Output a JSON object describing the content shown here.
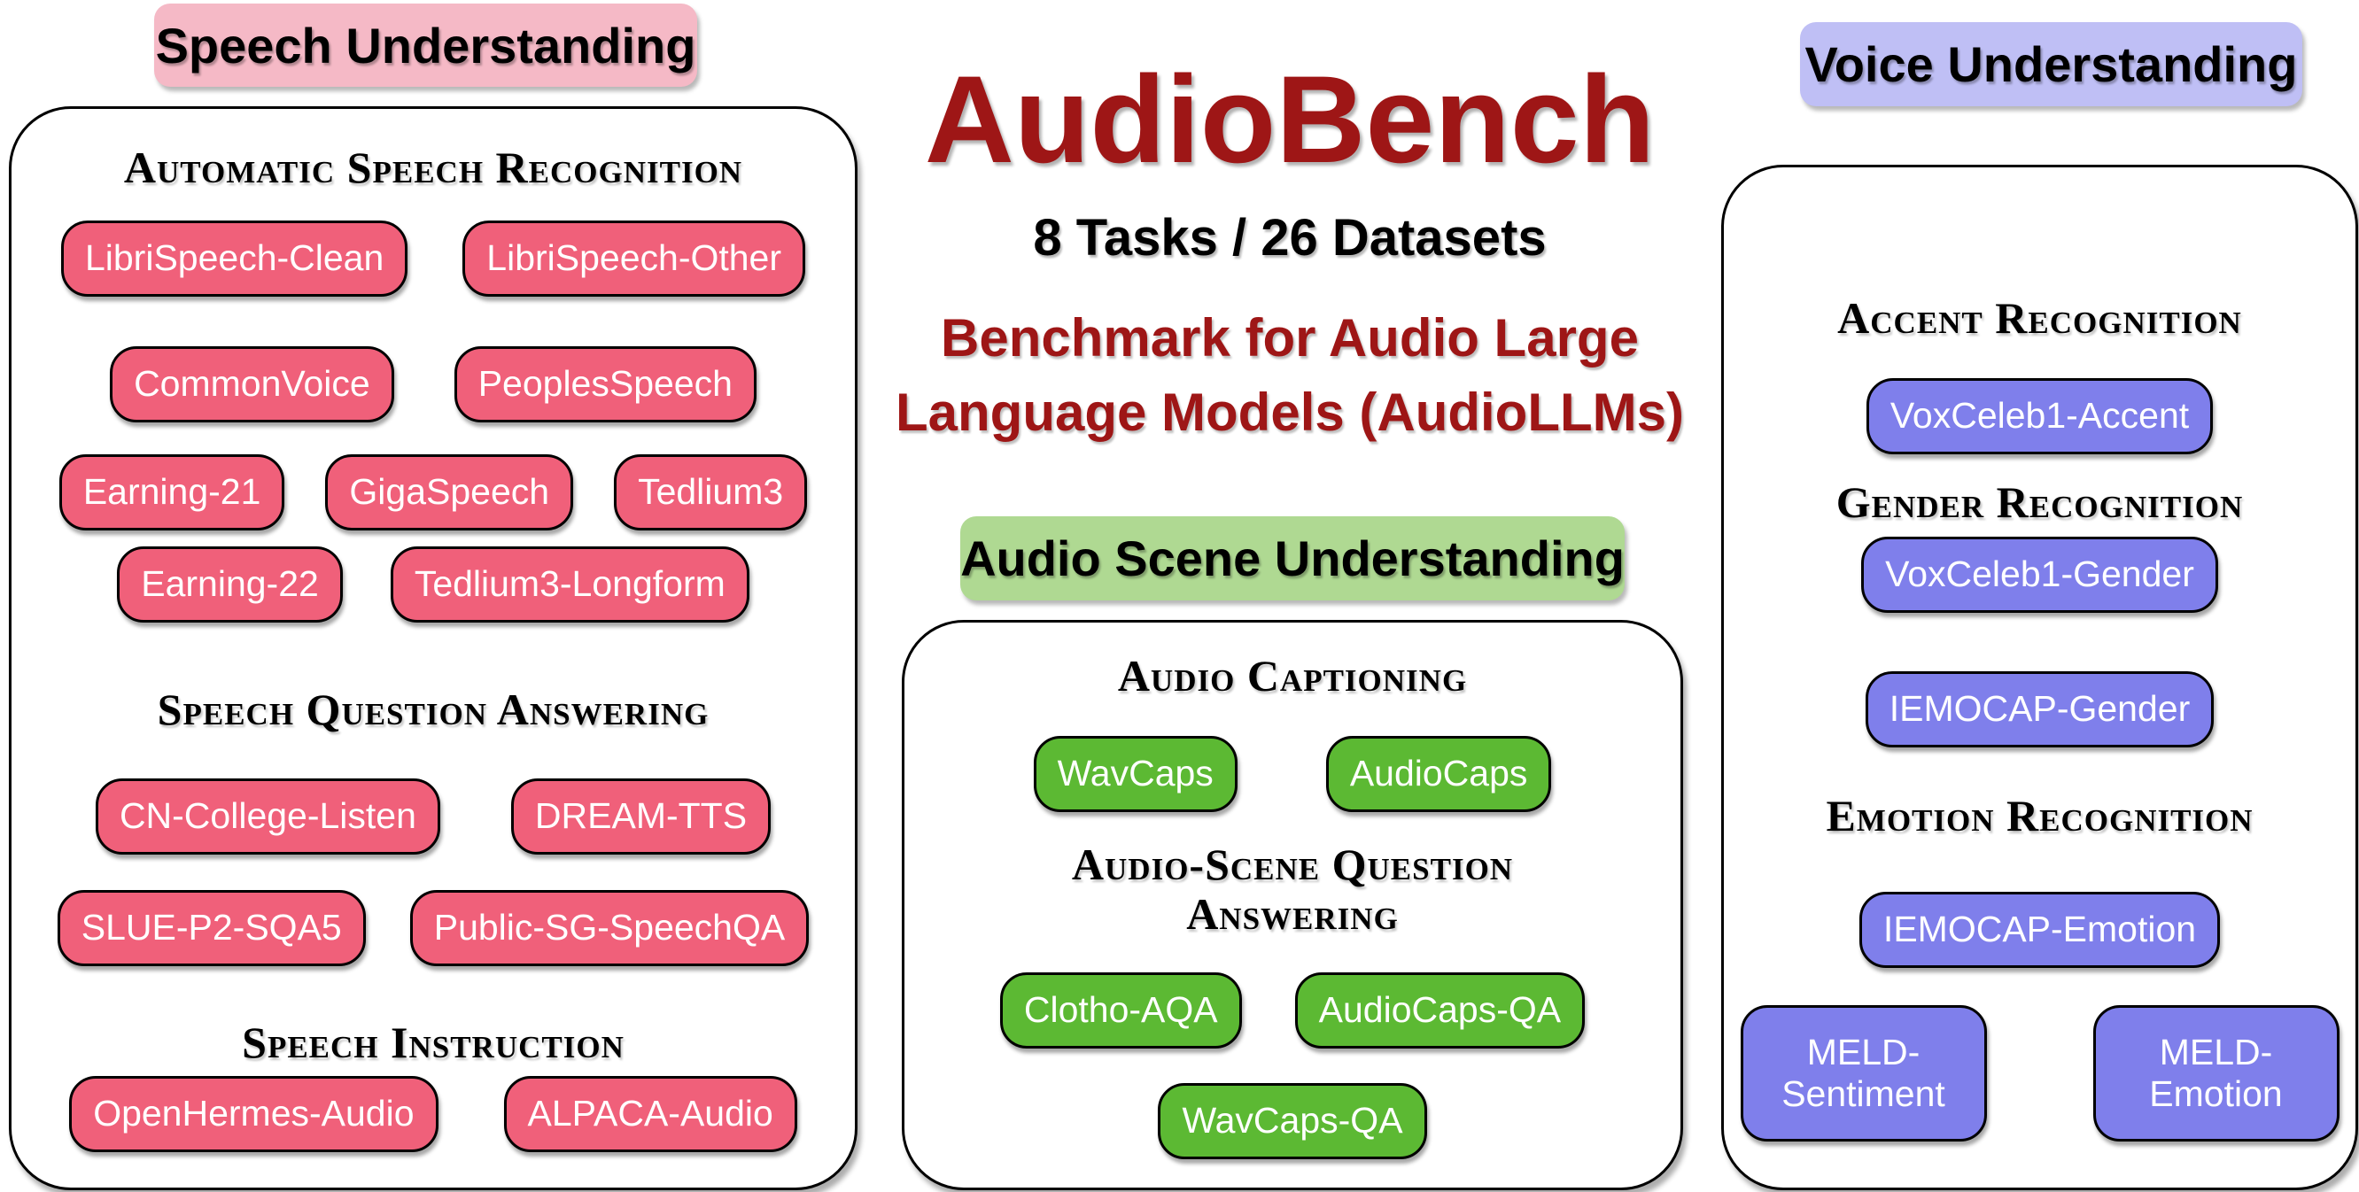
{
  "colors": {
    "title_red": "#9E1616",
    "speech_header_bg": "#F5B9C6",
    "speech_pill_bg": "#F0607A",
    "scene_header_bg": "#AFD992",
    "scene_pill_bg": "#5CB933",
    "voice_header_bg": "#BFBFF5",
    "voice_pill_bg": "#7F7FEB",
    "pill_text": "#FFFFFF",
    "heading_text": "#000000"
  },
  "center": {
    "title": "AudioBench",
    "stats": "8 Tasks / 26 Datasets",
    "tagline": "Benchmark for Audio Large\nLanguage Models (AudioLLMs)"
  },
  "speech_understanding": {
    "header": "Speech Understanding",
    "sections": [
      {
        "heading": "Automatic Speech Recognition",
        "rows": [
          [
            "LibriSpeech-Clean",
            "LibriSpeech-Other"
          ],
          [
            "CommonVoice",
            "PeoplesSpeech"
          ],
          [
            "Earning-21",
            "GigaSpeech",
            "Tedlium3"
          ],
          [
            "Earning-22",
            "Tedlium3-Longform"
          ]
        ]
      },
      {
        "heading": "Speech Question Answering",
        "rows": [
          [
            "CN-College-Listen",
            "DREAM-TTS"
          ],
          [
            "SLUE-P2-SQA5",
            "Public-SG-SpeechQA"
          ]
        ]
      },
      {
        "heading": "Speech Instruction",
        "rows": [
          [
            "OpenHermes-Audio",
            "ALPACA-Audio"
          ]
        ]
      }
    ]
  },
  "audio_scene_understanding": {
    "header": "Audio Scene Understanding",
    "sections": [
      {
        "heading": "Audio Captioning",
        "rows": [
          [
            "WavCaps",
            "AudioCaps"
          ]
        ]
      },
      {
        "heading": "Audio-Scene Question\nAnswering",
        "rows": [
          [
            "Clotho-AQA",
            "AudioCaps-QA"
          ],
          [
            "WavCaps-QA"
          ]
        ]
      }
    ]
  },
  "voice_understanding": {
    "header": "Voice Understanding",
    "sections": [
      {
        "heading": "Accent Recognition",
        "rows": [
          [
            "VoxCeleb1-Accent"
          ]
        ]
      },
      {
        "heading": "Gender Recognition",
        "rows": [
          [
            "VoxCeleb1-Gender"
          ],
          [
            "IEMOCAP-Gender"
          ]
        ]
      },
      {
        "heading": "Emotion Recognition",
        "rows": [
          [
            "IEMOCAP-Emotion"
          ],
          [
            "MELD-\nSentiment",
            "MELD-\nEmotion"
          ]
        ]
      }
    ]
  }
}
